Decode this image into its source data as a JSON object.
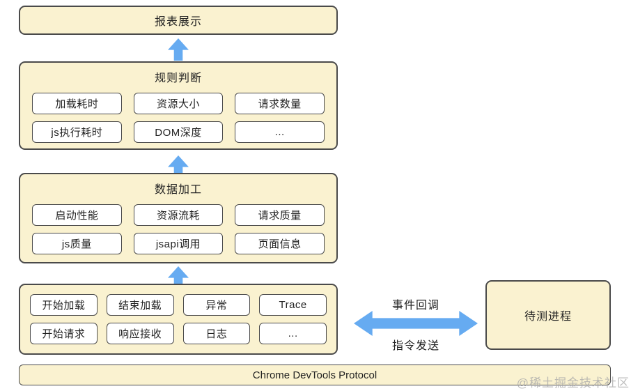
{
  "colors": {
    "box_fill": "#FAF2D0",
    "box_border": "#4A4A4A",
    "chip_fill": "#FFFFFF",
    "chip_border": "#4A4A4A",
    "arrow_blue": "#66ABF1",
    "text": "#222222",
    "watermark": "#A8A8A8"
  },
  "diagram": {
    "report": {
      "title": "报表展示"
    },
    "rules": {
      "title": "规则判断",
      "chips": [
        "加载耗时",
        "资源大小",
        "请求数量",
        "js执行耗时",
        "DOM深度",
        "..."
      ]
    },
    "processing": {
      "title": "数据加工",
      "chips": [
        "启动性能",
        "资源流耗",
        "请求质量",
        "js质量",
        "jsapi调用",
        "页面信息"
      ]
    },
    "events": {
      "chips": [
        "开始加载",
        "结束加载",
        "异常",
        "Trace",
        "开始请求",
        "响应接收",
        "日志",
        "..."
      ]
    },
    "target": {
      "title": "待测进程"
    },
    "link": {
      "top_label": "事件回调",
      "bottom_label": "指令发送"
    },
    "protocol": {
      "label": "Chrome DevTools Protocol"
    },
    "watermark": "@稀土掘金技术社区"
  }
}
